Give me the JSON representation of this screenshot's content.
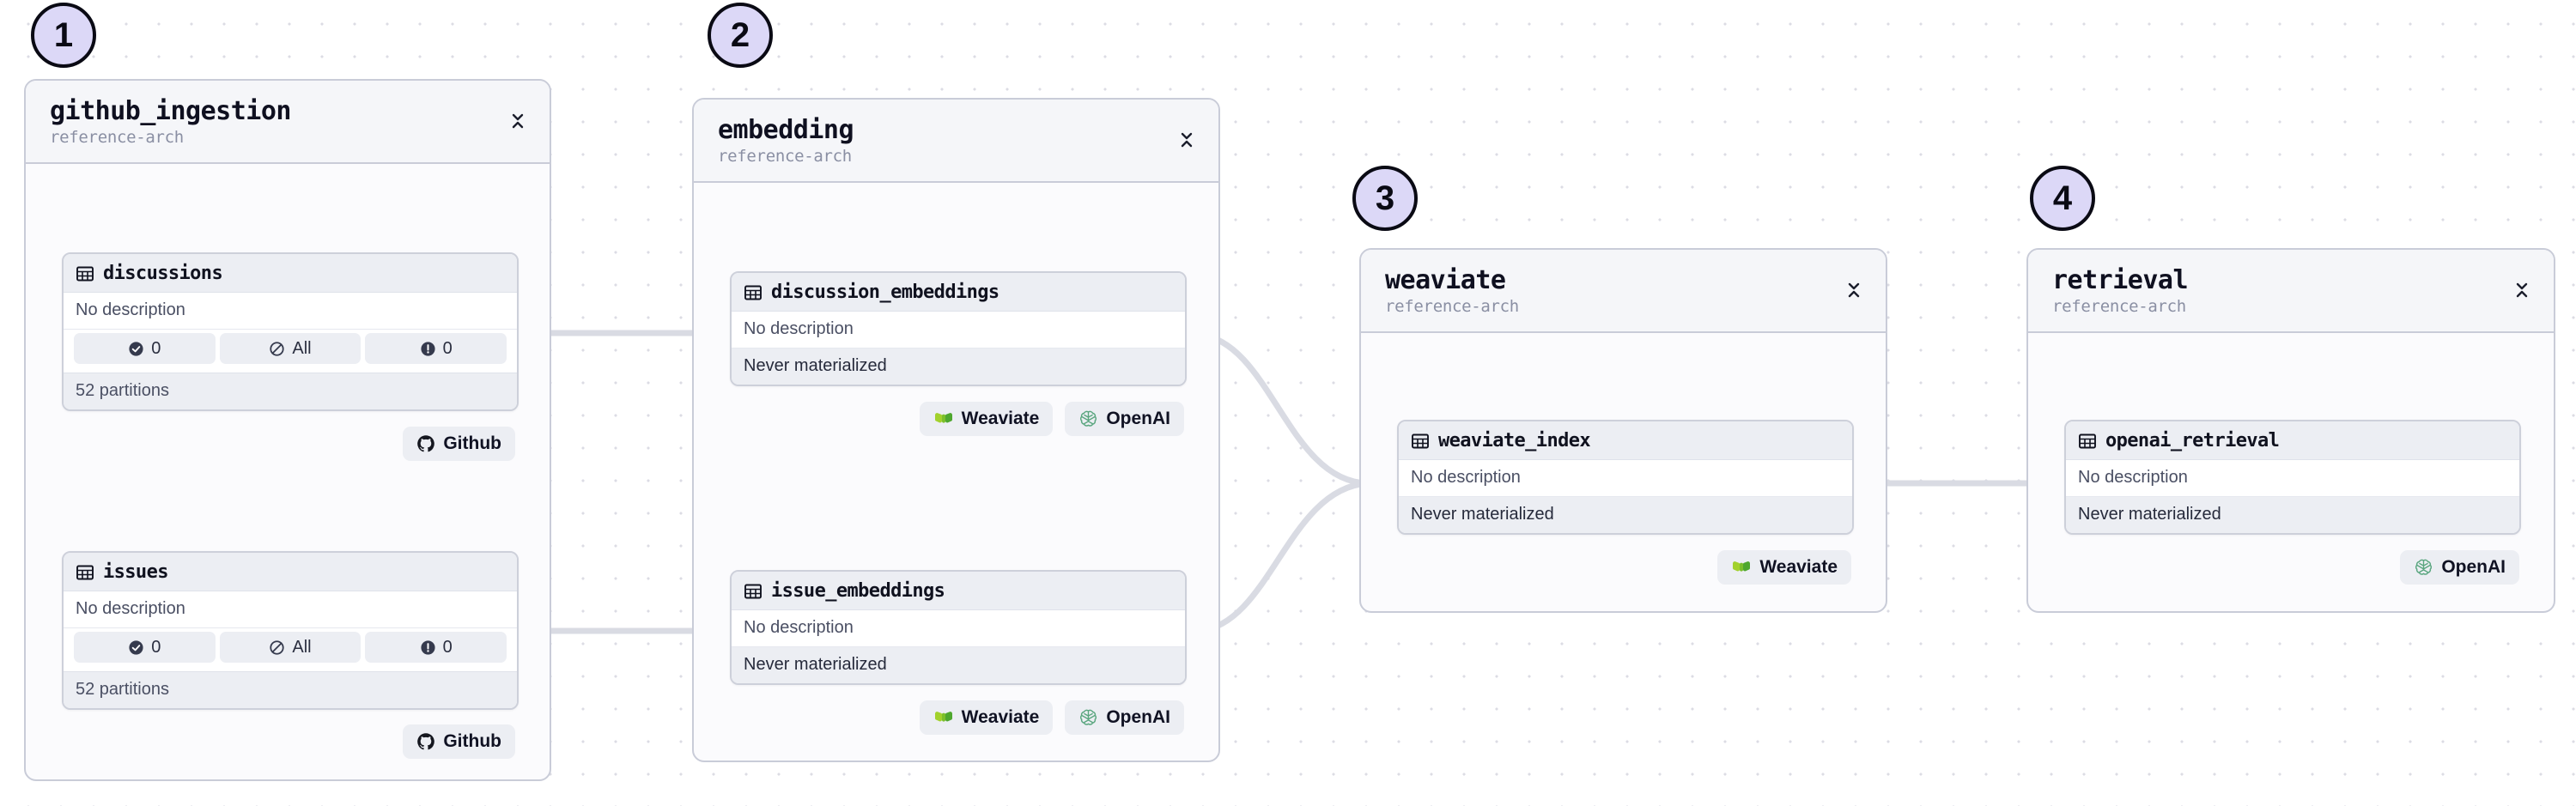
{
  "graph": {
    "type": "asset-lineage",
    "background": "#ffffff",
    "grid_dot_color": "#dcdce4",
    "edge_color": "#d9dbe3",
    "badge_fill": "#dcd8f7",
    "badge_stroke": "#0a0a14"
  },
  "steps": [
    {
      "number": "1"
    },
    {
      "number": "2"
    },
    {
      "number": "3"
    },
    {
      "number": "4"
    }
  ],
  "groups": [
    {
      "id": "github_ingestion",
      "title": "github_ingestion",
      "subtitle": "reference-arch",
      "collapse_icon": "chevron-collapse-icon",
      "assets": [
        {
          "name": "discussions",
          "icon": "table-icon",
          "description": "No description",
          "badges": [
            {
              "icon": "check-circle-icon",
              "label": "0"
            },
            {
              "icon": "no-entry-icon",
              "label": "All"
            },
            {
              "icon": "exclamation-circle-icon",
              "label": "0"
            }
          ],
          "footer": "52 partitions"
        },
        {
          "name": "issues",
          "icon": "table-icon",
          "description": "No description",
          "badges": [
            {
              "icon": "check-circle-icon",
              "label": "0"
            },
            {
              "icon": "no-entry-icon",
              "label": "All"
            },
            {
              "icon": "exclamation-circle-icon",
              "label": "0"
            }
          ],
          "footer": "52 partitions"
        }
      ],
      "tags": [
        [
          {
            "icon": "github-icon",
            "label": "Github"
          }
        ],
        [
          {
            "icon": "github-icon",
            "label": "Github"
          }
        ]
      ]
    },
    {
      "id": "embedding",
      "title": "embedding",
      "subtitle": "reference-arch",
      "collapse_icon": "chevron-collapse-icon",
      "assets": [
        {
          "name": "discussion_embeddings",
          "icon": "table-icon",
          "description": "No description",
          "status": "Never materialized"
        },
        {
          "name": "issue_embeddings",
          "icon": "table-icon",
          "description": "No description",
          "status": "Never materialized"
        }
      ],
      "tags": [
        [
          {
            "icon": "weaviate-icon",
            "label": "Weaviate"
          },
          {
            "icon": "openai-icon",
            "label": "OpenAI"
          }
        ],
        [
          {
            "icon": "weaviate-icon",
            "label": "Weaviate"
          },
          {
            "icon": "openai-icon",
            "label": "OpenAI"
          }
        ]
      ]
    },
    {
      "id": "weaviate",
      "title": "weaviate",
      "subtitle": "reference-arch",
      "collapse_icon": "chevron-collapse-icon",
      "assets": [
        {
          "name": "weaviate_index",
          "icon": "table-icon",
          "description": "No description",
          "status": "Never materialized"
        }
      ],
      "tags": [
        [
          {
            "icon": "weaviate-icon",
            "label": "Weaviate"
          }
        ]
      ]
    },
    {
      "id": "retrieval",
      "title": "retrieval",
      "subtitle": "reference-arch",
      "collapse_icon": "chevron-collapse-icon",
      "assets": [
        {
          "name": "openai_retrieval",
          "icon": "table-icon",
          "description": "No description",
          "status": "Never materialized"
        }
      ],
      "tags": [
        [
          {
            "icon": "openai-icon",
            "label": "OpenAI"
          }
        ]
      ]
    }
  ]
}
